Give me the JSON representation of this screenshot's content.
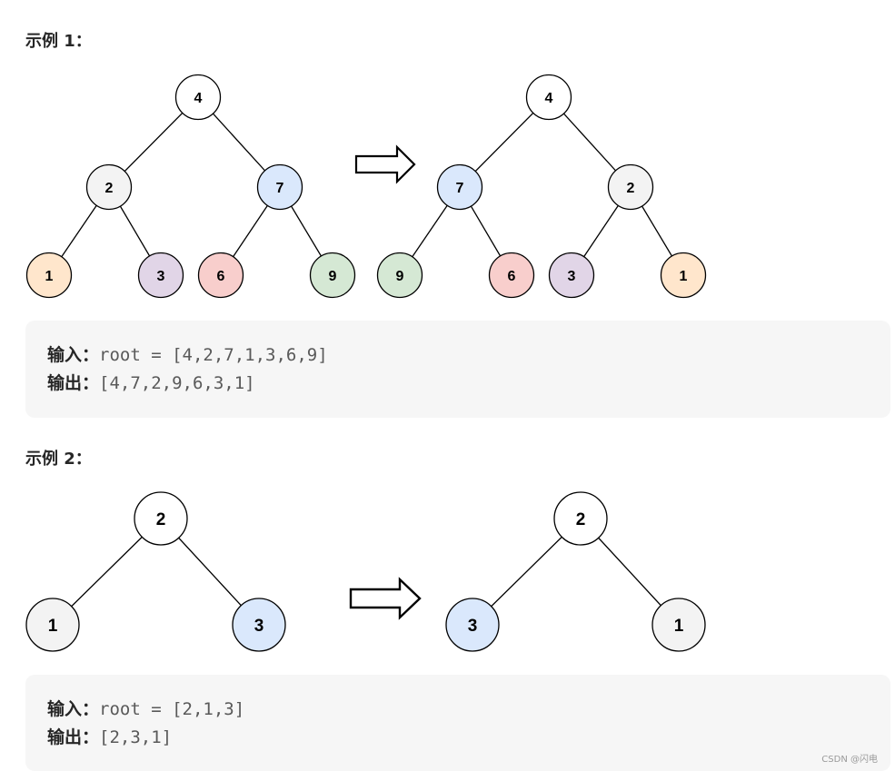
{
  "examples": [
    {
      "heading": "示例 1：",
      "input_label": "输入：",
      "input_value": "root = [4,2,7,1,3,6,9]",
      "output_label": "输出：",
      "output_value": "[4,7,2,9,6,3,1]",
      "before_tree": [
        "4",
        "2",
        "7",
        "1",
        "3",
        "6",
        "9"
      ],
      "after_tree": [
        "4",
        "7",
        "2",
        "9",
        "6",
        "3",
        "1"
      ]
    },
    {
      "heading": "示例 2：",
      "input_label": "输入：",
      "input_value": "root = [2,1,3]",
      "output_label": "输出：",
      "output_value": "[2,3,1]",
      "before_tree": [
        "2",
        "1",
        "3"
      ],
      "after_tree": [
        "2",
        "3",
        "1"
      ]
    }
  ],
  "node_colors": {
    "white": "#ffffff",
    "grey": "#f3f3f3",
    "blue": "#dae8fc",
    "orange": "#ffe6cc",
    "purple": "#e1d5e7",
    "red": "#f8cecc",
    "green": "#d5e8d4"
  },
  "watermark": "CSDN @闪电"
}
